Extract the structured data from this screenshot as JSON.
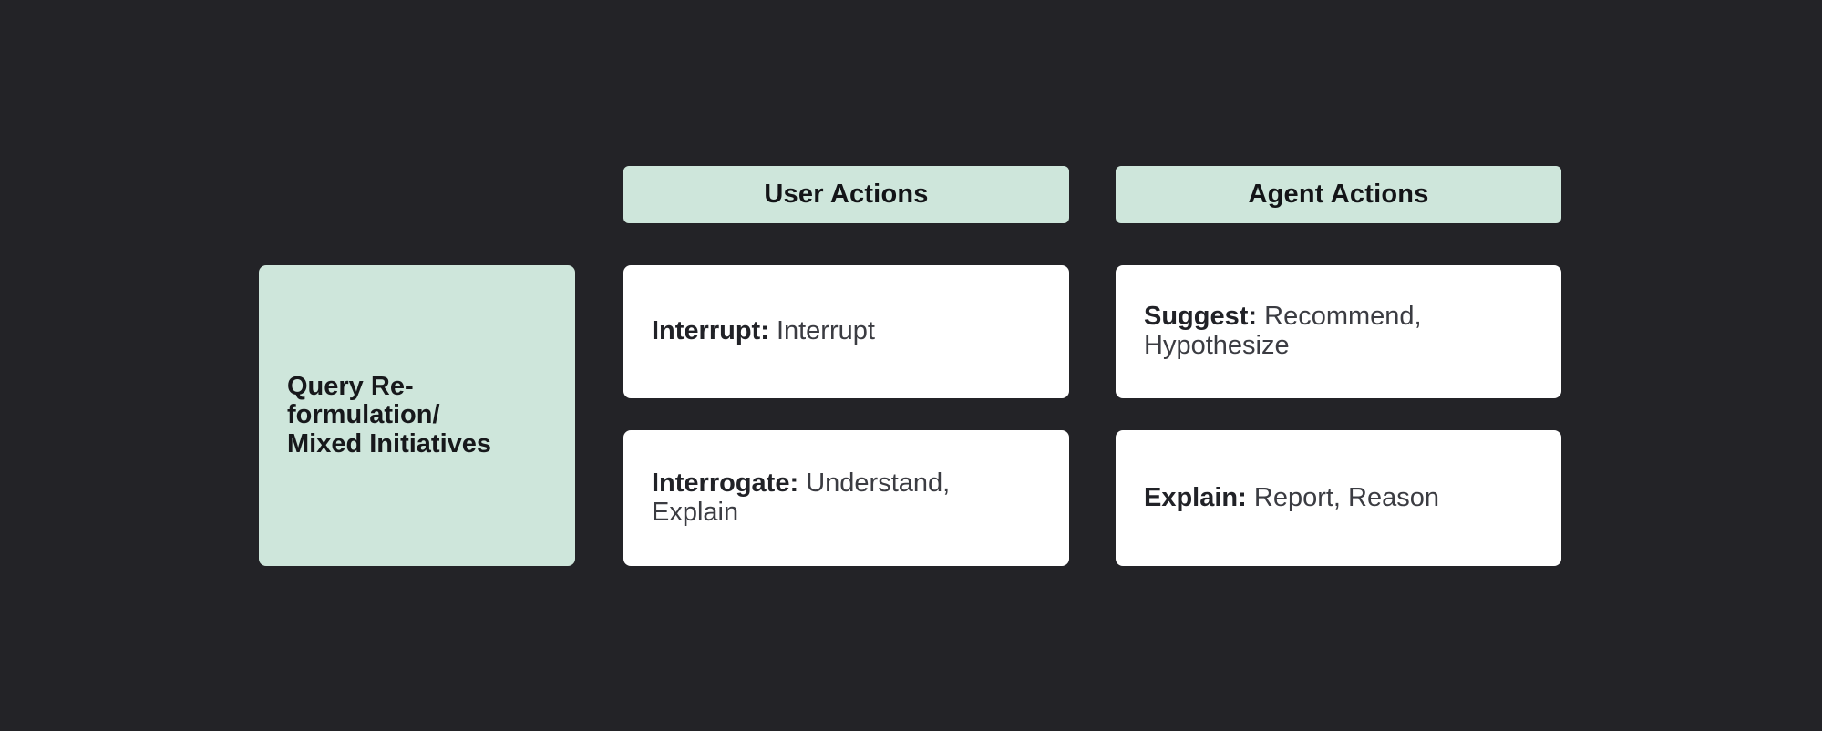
{
  "colors": {
    "background": "#232327",
    "mint": "#cee6db",
    "card_bg": "#ffffff",
    "header_text": "#131417",
    "term_text": "#212227",
    "detail_text": "#3b3c42"
  },
  "row_label": {
    "text": "Query Re-formulation/\nMixed Initiatives"
  },
  "columns": [
    {
      "id": "user",
      "header": "User Actions"
    },
    {
      "id": "agent",
      "header": "Agent Actions"
    }
  ],
  "cards": [
    {
      "column": "user",
      "row": 1,
      "term": "Interrupt:",
      "detail": "Interrupt"
    },
    {
      "column": "user",
      "row": 2,
      "term": "Interrogate:",
      "detail": "Understand, Explain"
    },
    {
      "column": "agent",
      "row": 1,
      "term": "Suggest:",
      "detail": "Recommend, Hypothesize"
    },
    {
      "column": "agent",
      "row": 2,
      "term": "Explain:",
      "detail": "Report, Reason"
    }
  ]
}
